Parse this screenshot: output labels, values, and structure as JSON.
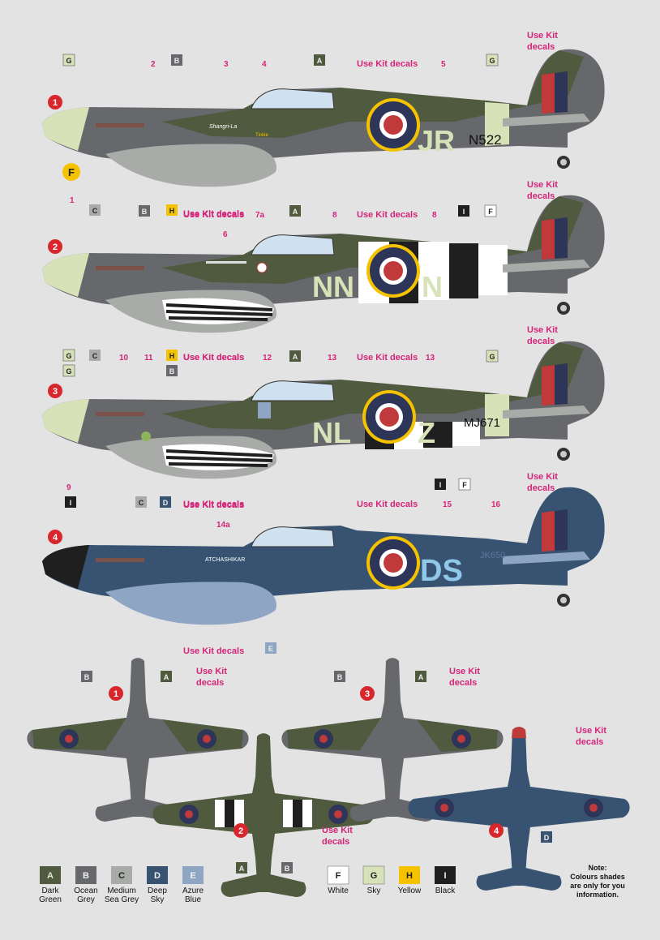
{
  "colors": {
    "dark_green": "#4f5a3e",
    "ocean_grey": "#67686c",
    "medium_sea_grey": "#a9aba9",
    "deep_sky": "#385371",
    "azure_blue": "#8ea6c4",
    "sky": "#d8e2b8",
    "yellow": "#f5c200",
    "black": "#1f1f1f",
    "white": "#ffffff",
    "roundel_blue": "#2d3558",
    "roundel_red": "#c0393b",
    "accent": "#d6247a",
    "number_red": "#d7272d"
  },
  "text": {
    "use_kit_decals": "Use Kit decals",
    "use_kit": "Use Kit",
    "decals": "decals"
  },
  "profiles": [
    {
      "number": "1",
      "codes": "JR",
      "serial": "N522",
      "nose_letter": "F",
      "callouts": [
        "2",
        "3",
        "4",
        "5",
        "1"
      ],
      "letters": {
        "nose": "G",
        "fuse": "B",
        "top": "A",
        "tail": "G",
        "lower1": "C",
        "lower2": "H"
      },
      "art_text": "Shangri-La",
      "nose_art": "Tinkie"
    },
    {
      "number": "2",
      "codes_left": "NN",
      "codes_right": "N",
      "callouts": [
        "6",
        "7a",
        "8",
        "8"
      ],
      "letters": {
        "fuse": "B",
        "top": "A",
        "stripe1": "I",
        "stripe2": "F",
        "nose": "G",
        "lower1": "C",
        "lower2": "H"
      }
    },
    {
      "number": "3",
      "codes_left": "NL",
      "codes_right": "Z",
      "serial": "MJ671",
      "callouts": [
        "10",
        "11",
        "12",
        "13",
        "13",
        "9"
      ],
      "letters": {
        "nose": "G",
        "fuse": "B",
        "top": "A",
        "tail": "G",
        "stripe1": "I",
        "stripe2": "F",
        "lower1": "C",
        "lower2": "D"
      }
    },
    {
      "number": "4",
      "codes": "DS",
      "serial": "JK650",
      "art_text": "ATCHASHIKAR",
      "callouts": [
        "14a",
        "15",
        "16"
      ],
      "letters": {
        "nose": "I",
        "lower": "E"
      }
    }
  ],
  "top_views": [
    {
      "number": "1",
      "left": "B",
      "right": "A"
    },
    {
      "number": "2",
      "left": "A",
      "right": "B"
    },
    {
      "number": "3",
      "left": "B",
      "right": "A"
    },
    {
      "number": "4",
      "bottom": "D"
    }
  ],
  "legend": [
    {
      "code": "A",
      "line1": "Dark",
      "line2": "Green",
      "color": "#4f5a3e",
      "text_color": "#e6e6d0"
    },
    {
      "code": "B",
      "line1": "Ocean",
      "line2": "Grey",
      "color": "#67686c",
      "text_color": "#eeeeee"
    },
    {
      "code": "C",
      "line1": "Medium",
      "line2": "Sea Grey",
      "color": "#a9aba9",
      "text_color": "#222222"
    },
    {
      "code": "D",
      "line1": "Deep",
      "line2": "Sky",
      "color": "#385371",
      "text_color": "#eeeeee"
    },
    {
      "code": "E",
      "line1": "Azure",
      "line2": "Blue",
      "color": "#8ea6c4",
      "text_color": "#eeeeee"
    },
    {
      "code": "F",
      "line1": "White",
      "line2": "",
      "color": "#ffffff",
      "text_color": "#222222"
    },
    {
      "code": "G",
      "line1": "Sky",
      "line2": "",
      "color": "#d8e2b8",
      "text_color": "#222222"
    },
    {
      "code": "H",
      "line1": "Yellow",
      "line2": "",
      "color": "#f5c200",
      "text_color": "#222222"
    },
    {
      "code": "I",
      "line1": "Black",
      "line2": "",
      "color": "#1f1f1f",
      "text_color": "#eeeeee"
    }
  ],
  "note": {
    "line1": "Note:",
    "line2": "Colours shades",
    "line3": "are only for you",
    "line4": "information."
  }
}
